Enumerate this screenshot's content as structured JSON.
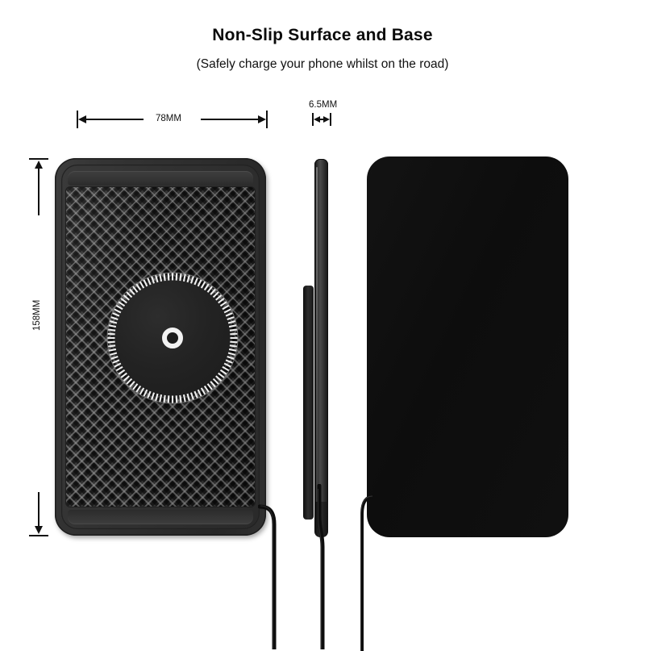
{
  "header": {
    "title": "Non-Slip Surface and Base",
    "subtitle": "(Safely charge your phone whilst on the road)"
  },
  "dimensions": {
    "width_label": "78MM",
    "height_label": "158MM",
    "thickness_label": "6.5MM"
  },
  "views": {
    "front": {
      "name": "front-view",
      "surface": "diamond non-slip texture",
      "coil_label": "",
      "led_label": ""
    },
    "side": {
      "name": "side-view"
    },
    "back": {
      "name": "back-view"
    }
  },
  "colors": {
    "background": "#ffffff",
    "text": "#111111",
    "device_body": "#303030",
    "device_back": "#101010",
    "coil_disc": "#1f1f1f",
    "led_ring": "#f2f2f2",
    "texture_light": "#969696",
    "dimension_line": "#111111"
  }
}
